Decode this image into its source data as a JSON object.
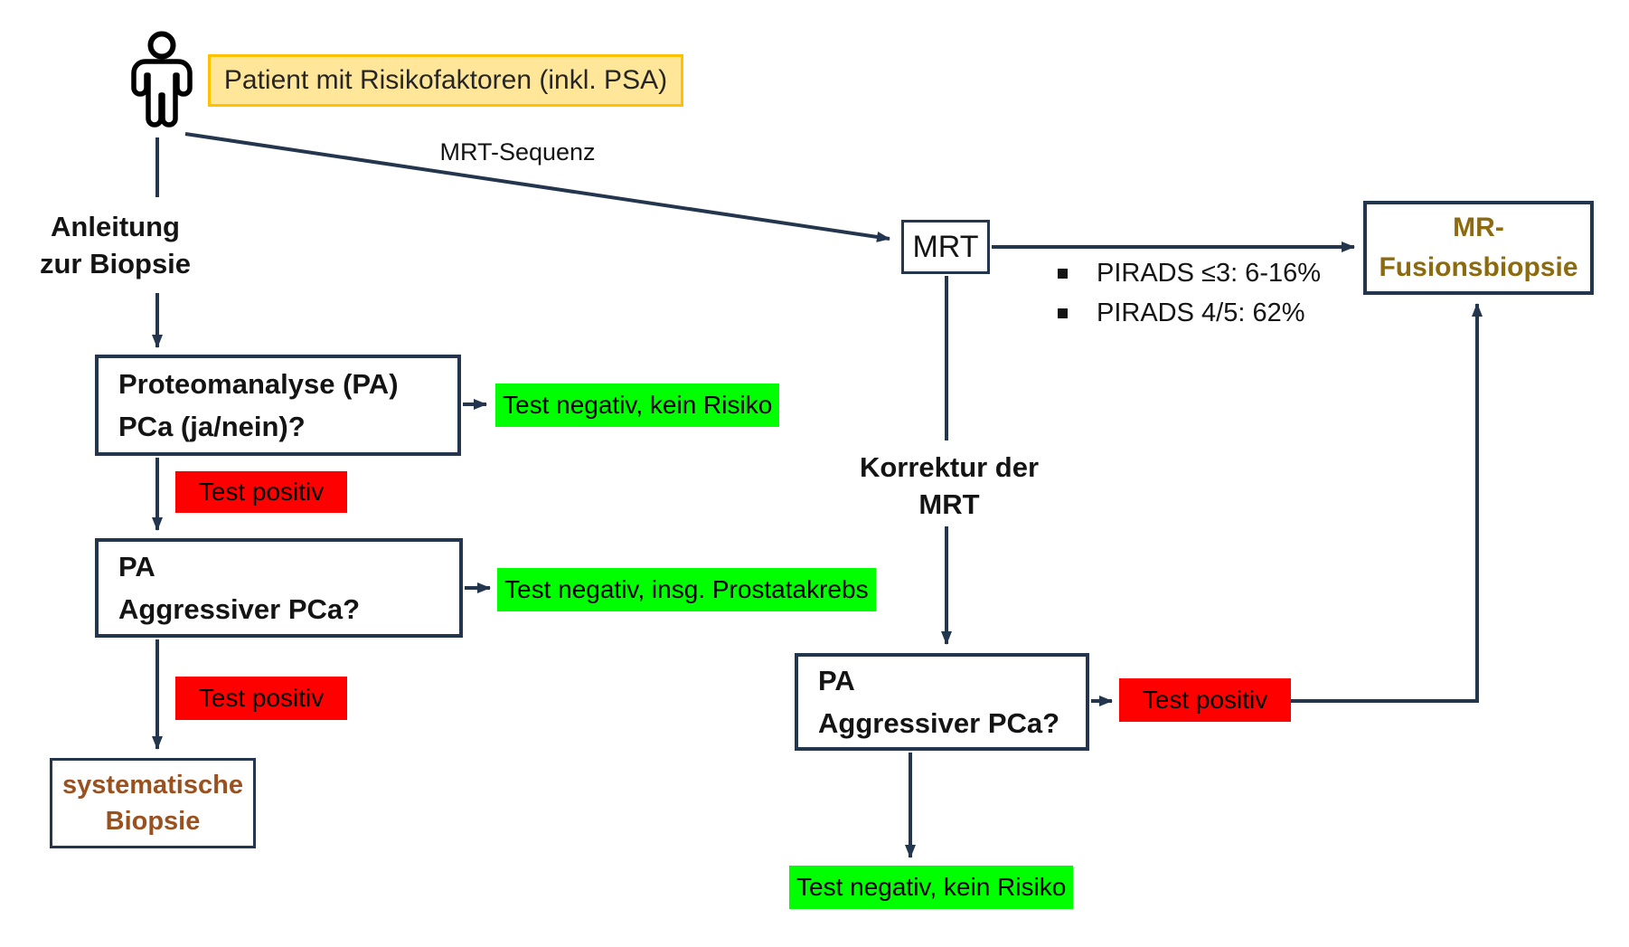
{
  "diagram": {
    "patient_label": "Patient mit Risikofaktoren (inkl. PSA)",
    "mrt_sequenz_label": "MRT-Sequenz",
    "anleitung_label_line1": "Anleitung",
    "anleitung_label_line2": "zur Biopsie",
    "korrektur_label_line1": "Korrektur der",
    "korrektur_label_line2": "MRT",
    "mrt_label": "MRT",
    "mr_fusion_line1": "MR-",
    "mr_fusion_line2": "Fusionsbiopsie",
    "proteom_line1": "Proteomanalyse (PA)",
    "proteom_line2": "PCa (ja/nein)?",
    "pa_line1": "PA",
    "pa_line2": "Aggressiver PCa?",
    "syst_line1": "systematische",
    "syst_line2": "Biopsie",
    "outcome_negative_risk": "Test negativ, kein Risiko",
    "outcome_negative_cancer": "Test negativ, insg. Prostatakrebs",
    "outcome_positive": "Test positiv",
    "pirads": [
      "PIRADS ≤3: 6-16%",
      "PIRADS 4/5: 62%"
    ],
    "colors": {
      "line": "#24364E",
      "green": "#00FF00",
      "red": "#FF0000",
      "yellow_fill": "#FFE699",
      "yellow_border": "#FFC000",
      "brown_text": "#9A5120",
      "gold_text": "#8C6A10"
    }
  }
}
